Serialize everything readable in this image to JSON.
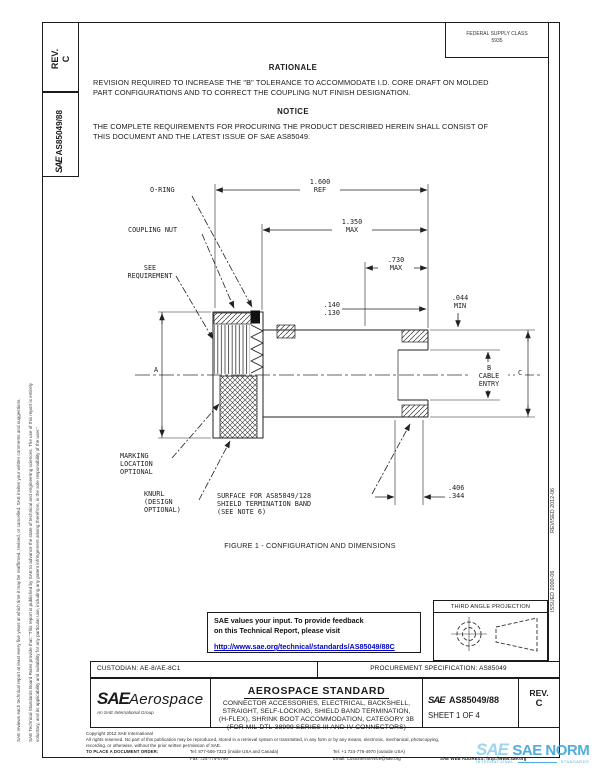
{
  "colors": {
    "ink": "#1b1b1b",
    "link_blue": "#0000c8",
    "watermark_blue": "#2f9fd8"
  },
  "left_margin": {
    "line1": "SAE Technical Standards Board Rules provide that: \"This report is published by SAE to advance the state of technical and engineering sciences. The use of this report is entirely",
    "line2": "voluntary, and its applicability and suitability for any particular use, including any patent infringement arising therefrom, is the sole responsibility of the user.\"",
    "line3": "SAE reviews each technical report at least every five years at which time it may be reaffirmed, revised, or cancelled. SAE invites your written comments and suggestions."
  },
  "right_margin": {
    "issued": "ISSUED 2000-06",
    "revised": "REVISED 2012-06"
  },
  "sidebar": {
    "rev_label": "REV.",
    "rev_value": "C",
    "sae": "SAE",
    "doc_number": "AS85049/88"
  },
  "stamp": {
    "line1": "FEDERAL SUPPLY CLASS",
    "line2": "5935"
  },
  "rationale": {
    "heading": "RATIONALE",
    "body": "REVISION REQUIRED TO INCREASE THE \"B\" TOLERANCE TO ACCOMMODATE I.D. CORE DRAFT ON MOLDED PART CONFIGURATIONS AND TO CORRECT THE COUPLING NUT FINISH DESIGNATION."
  },
  "notice": {
    "heading": "NOTICE",
    "body": "THE COMPLETE REQUIREMENTS FOR PROCURING THE PRODUCT DESCRIBED HEREIN SHALL CONSIST OF THIS DOCUMENT AND THE LATEST ISSUE OF SAE AS85049."
  },
  "figure": {
    "caption": "FIGURE 1 - CONFIGURATION AND DIMENSIONS",
    "callouts": {
      "oring": "O-RING",
      "coupling_nut": "COUPLING NUT",
      "see_req_1": "SEE",
      "see_req_2": "REQUIREMENT",
      "marking_1": "MARKING",
      "marking_2": "LOCATION",
      "marking_3": "OPTIONAL",
      "knurl_1": "KNURL",
      "knurl_2": "(DESIGN",
      "knurl_3": "OPTIONAL)",
      "surface_1": "SURFACE FOR AS85049/128",
      "surface_2": "SHIELD TERMINATION BAND",
      "surface_3": "(SEE NOTE 6)"
    },
    "dims": {
      "d1600_1": "1.600",
      "d1600_2": "REF",
      "d1350_1": "1.350",
      "d1350_2": "MAX",
      "d730_1": ".730",
      "d730_2": "MAX",
      "d044_1": ".044",
      "d044_2": "MIN",
      "d140_1": ".140",
      "d140_2": ".130",
      "d406_1": ".406",
      "d406_2": ".344",
      "b1": "B",
      "b2": "CABLE",
      "b3": "ENTRY",
      "c": "C",
      "a": "A"
    }
  },
  "feedback": {
    "line1": "SAE values your input. To provide feedback",
    "line2": "on this Technical Report, please visit",
    "url": "http://www.sae.org/technical/standards/AS85049/88C"
  },
  "projection": {
    "title": "THIRD ANGLE PROJECTION"
  },
  "info_row": {
    "custodian": "CUSTODIAN:  AE-8/AE-8C1",
    "procurement": "PROCUREMENT SPECIFICATION: AS85049"
  },
  "title_block": {
    "standard": "AEROSPACE STANDARD",
    "logo_sae": "SAE",
    "logo_aerospace": "Aerospace",
    "logo_sub": "An SAE International Group",
    "desc1": "CONNECTOR ACCESSORIES, ELECTRICAL, BACKSHELL,",
    "desc2": "STRAIGHT, SELF-LOCKING, SHIELD BAND TERMINATION,",
    "desc3": "(H-FLEX), SHRINK BOOT ACCOMMODATION, CATEGORY 3B",
    "desc4": "(FOR MIL-DTL-38999 SERIES III AND IV CONNECTORS)",
    "doc_sae": "SAE",
    "doc_number": "AS85049/88",
    "sheet": "SHEET 1 OF 4",
    "rev_label": "REV.",
    "rev_value": "C"
  },
  "footer": {
    "copyright": "Copyright 2012 SAE International",
    "rights1": "All rights reserved. No part of this publication may be reproduced, stored in a retrieval system or transmitted, in any form or by any means, electronic, mechanical, photocopying,",
    "rights2": "recording, or otherwise, without the prior written permission of SAE.",
    "order": "TO PLACE A DOCUMENT ORDER:",
    "tel1": "Tel:  877-606-7323 (inside USA and Canada)",
    "tel2": "Tel:  +1 724-776-4970 (outside USA)",
    "fax": "Fax:  724-776-0790",
    "email": "Email: CustomerService@sae.org",
    "web": "SAE WEB ADDRESS: http://www.sae.org"
  },
  "watermark": {
    "sae": "SAE",
    "name": "SAE NORM",
    "sub1": "INTERNATIONAL",
    "sub2": "STANDARDS"
  }
}
